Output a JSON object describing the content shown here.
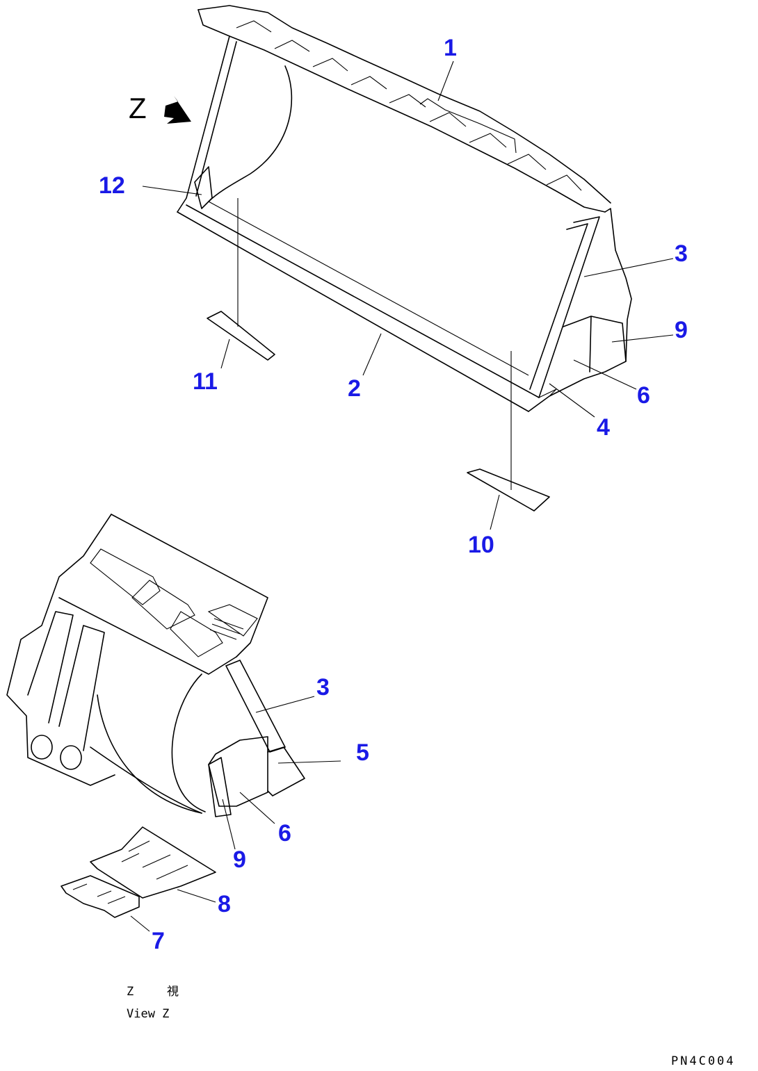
{
  "diagram": {
    "view_marker": "Z",
    "labels": [
      {
        "id": "label-1",
        "text": "1"
      },
      {
        "id": "label-2",
        "text": "2"
      },
      {
        "id": "label-3-top",
        "text": "3"
      },
      {
        "id": "label-4",
        "text": "4"
      },
      {
        "id": "label-6-top",
        "text": "6"
      },
      {
        "id": "label-9-top",
        "text": "9"
      },
      {
        "id": "label-10",
        "text": "10"
      },
      {
        "id": "label-11",
        "text": "11"
      },
      {
        "id": "label-12",
        "text": "12"
      },
      {
        "id": "label-3-bottom",
        "text": "3"
      },
      {
        "id": "label-5",
        "text": "5"
      },
      {
        "id": "label-6-bottom",
        "text": "6"
      },
      {
        "id": "label-9-bottom",
        "text": "9"
      },
      {
        "id": "label-8",
        "text": "8"
      },
      {
        "id": "label-7",
        "text": "7"
      }
    ],
    "caption_line1_a": "Z",
    "caption_line1_b": "視",
    "caption_line2": "View Z",
    "drawing_code": "PN4C004"
  },
  "colors": {
    "label": "#1a1ae6",
    "line": "#000000"
  }
}
